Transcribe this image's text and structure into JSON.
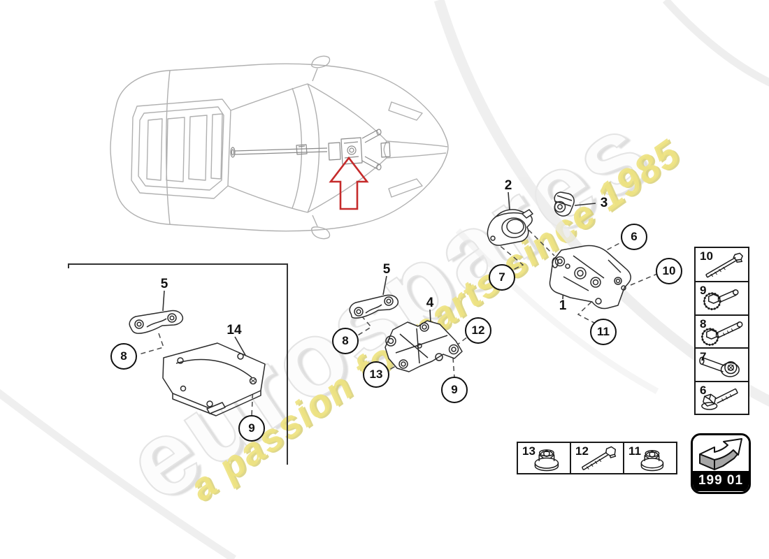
{
  "watermark": {
    "brand": "eurospares",
    "tagline": "a passion for parts since 1985"
  },
  "diagram": {
    "description": "exploded parts diagram with car top view and bearing-piece brackets",
    "part_labels": [
      "1",
      "2",
      "3",
      "4",
      "5",
      "5",
      "14"
    ],
    "callouts": [
      "6",
      "7",
      "8",
      "8",
      "9",
      "9",
      "10",
      "11",
      "12",
      "13"
    ]
  },
  "legend_right": {
    "rows": [
      {
        "num": "10",
        "icon": "long-bolt-icon"
      },
      {
        "num": "9",
        "icon": "flange-bolt-short-icon"
      },
      {
        "num": "8",
        "icon": "flange-bolt-long-icon"
      },
      {
        "num": "7",
        "icon": "socket-flange-bolt-icon"
      },
      {
        "num": "6",
        "icon": "hex-flange-bolt-icon"
      }
    ]
  },
  "legend_bottom": {
    "cells": [
      {
        "num": "13",
        "icon": "flange-nut-icon"
      },
      {
        "num": "12",
        "icon": "hex-bolt-icon"
      },
      {
        "num": "11",
        "icon": "flange-nut-icon"
      }
    ]
  },
  "badge": {
    "code": "199 01",
    "icon": "page-arrow-icon"
  },
  "colors": {
    "accent_red": "#c52b2b",
    "watermark_yellow": "#eee382",
    "line_dark": "#2b2b2b",
    "car_line_gray": "#b0b0b0"
  }
}
